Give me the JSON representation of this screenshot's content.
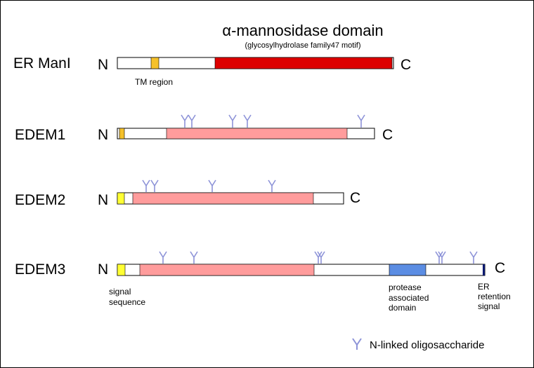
{
  "title": "α-mannosidase domain",
  "subtitle": "(glycosylhydrolase family47 motif)",
  "terminus_n": "N",
  "terminus_c": "C",
  "proteins": [
    {
      "name": "ER ManI"
    },
    {
      "name": "EDEM1"
    },
    {
      "name": "EDEM2"
    },
    {
      "name": "EDEM3"
    }
  ],
  "annotations": {
    "tm_region": "TM region",
    "signal_sequence": [
      "signal",
      "sequence"
    ],
    "protease_domain": [
      "protease",
      "associated",
      "domain"
    ],
    "er_retention": [
      "ER",
      "retention",
      "signal"
    ]
  },
  "legend": {
    "label": "N-linked oligosaccharide",
    "icon": "glycan-y-icon"
  },
  "colors": {
    "mannosidase_domain_dark": "#dd0000",
    "mannosidase_domain_light": "#ff9c9c",
    "tm_region": "#f5c12a",
    "signal_sequence": "#ffff33",
    "protease_domain": "#5b8de3",
    "er_retention": "#0a1a70",
    "glycan": "#8d93d8"
  }
}
